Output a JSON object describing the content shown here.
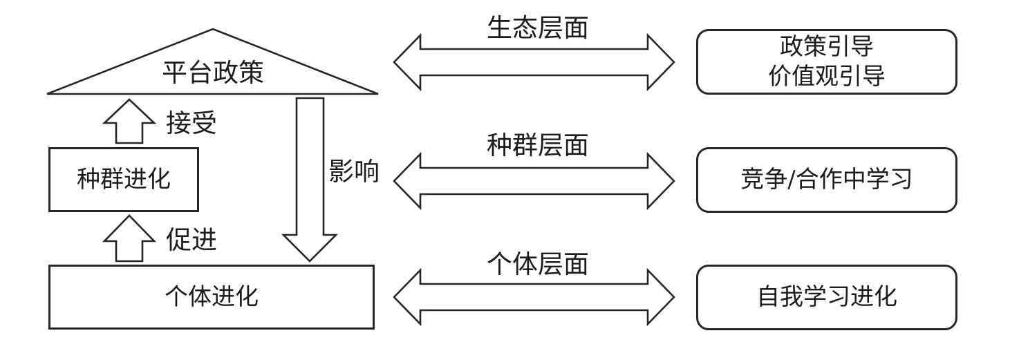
{
  "colors": {
    "stroke": "#262626",
    "text": "#1c1c1c",
    "background": "#ffffff"
  },
  "pyramid": {
    "roof_label": "平台政策",
    "middle_box_label": "种群进化",
    "bottom_box_label": "个体进化",
    "accept_arrow_label": "接受",
    "promote_arrow_label": "促进",
    "influence_arrow_label": "影响"
  },
  "levels": [
    {
      "arrow_label": "生态层面",
      "box_lines": [
        "政策引导",
        "价值观引导"
      ]
    },
    {
      "arrow_label": "种群层面",
      "box_lines": [
        "竞争/合作中学习"
      ]
    },
    {
      "arrow_label": "个体层面",
      "box_lines": [
        "自我学习进化"
      ]
    }
  ]
}
